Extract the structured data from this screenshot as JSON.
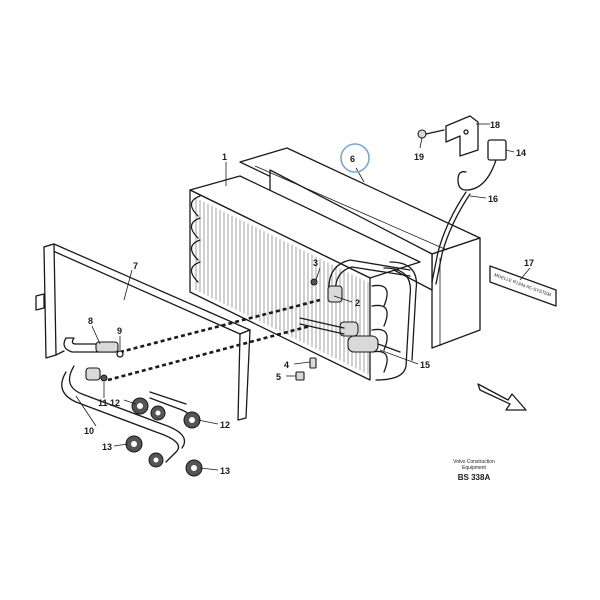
{
  "callouts": {
    "c1": "1",
    "c2": "2",
    "c3": "3",
    "c4": "4",
    "c5": "5",
    "c6": "6",
    "c7": "7",
    "c8": "8",
    "c9": "9",
    "c10": "10",
    "c11": "11",
    "c12a": "12",
    "c12b": "12",
    "c13a": "13",
    "c13b": "13",
    "c14": "14",
    "c15": "15",
    "c16": "16",
    "c17": "17",
    "c18": "18",
    "c19": "19"
  },
  "label_plate": {
    "line1": "MOELLE R134a AC-SYSTEM"
  },
  "footer": {
    "company_line1": "Volvo Construction",
    "company_line2": "Equipment",
    "drawing_code": "BS 338A"
  },
  "highlight_color": "#7aa6d6"
}
